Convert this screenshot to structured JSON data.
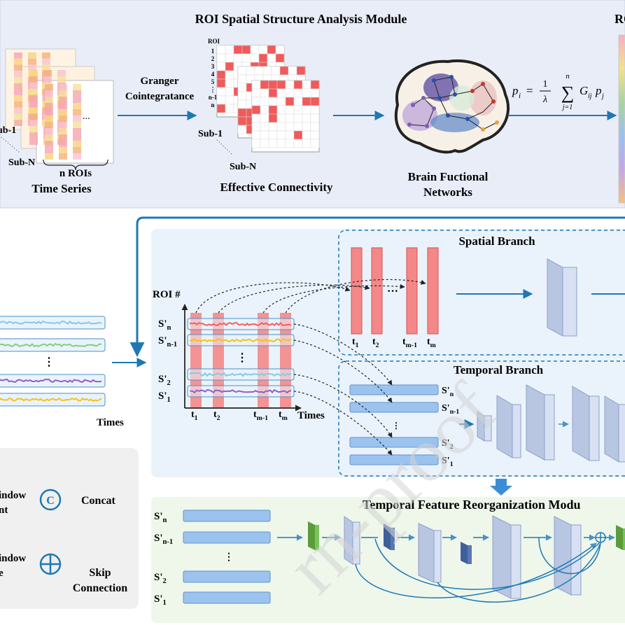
{
  "top_panel": {
    "title": "ROI Spatial Structure Analysis Module",
    "right_title_fragment": "RO",
    "time_series": {
      "sub1": "ub-1",
      "subN": "Sub-N",
      "n_rois": "n ROIs",
      "caption": "Time Series",
      "ellipsis": "..."
    },
    "granger": {
      "line1": "Granger",
      "line2": "Cointegratance"
    },
    "effective": {
      "roi_header": "ROI",
      "row_labels": [
        "1",
        "2",
        "3",
        "4",
        "5",
        "⋮",
        "n-1",
        "n"
      ],
      "sub1": "Sub-1",
      "subN": "Sub-N",
      "caption": "Effective Connectivity"
    },
    "brain": {
      "line1": "Brain Fuctional",
      "line2": "Networks"
    },
    "formula": {
      "lhs": "p",
      "lhs_sub": "i",
      "eq": "=",
      "num": "1",
      "den": "λ",
      "sum_top": "n",
      "sum": "∑",
      "sum_bottom": "j=1",
      "g": "G",
      "g_sub": "ij",
      "p": "p",
      "p_sub": "j"
    }
  },
  "middle": {
    "times_left": "Times",
    "roi_axis": "ROI #",
    "rows": [
      {
        "label": "S'",
        "sub": "n"
      },
      {
        "label": "S'",
        "sub": "n-1"
      },
      {
        "label": "S'",
        "sub": "2"
      },
      {
        "label": "S'",
        "sub": "1"
      }
    ],
    "t_labels": [
      {
        "t": "t",
        "s": "1"
      },
      {
        "t": "t",
        "s": "2"
      },
      {
        "t": "t",
        "s": "m-1"
      },
      {
        "t": "t",
        "s": "m"
      }
    ],
    "times_axis": "Times",
    "spatial_branch": {
      "title": "Spatial Branch",
      "labels": [
        {
          "t": "t",
          "s": "1"
        },
        {
          "t": "t",
          "s": "2"
        },
        {
          "t": "t",
          "s": "m-1"
        },
        {
          "t": "t",
          "s": "m"
        }
      ]
    },
    "temporal_branch": {
      "title": "Temporal Branch",
      "labels": [
        {
          "l": "S'",
          "s": "n"
        },
        {
          "l": "S'",
          "s": "n-1"
        },
        {
          "l": "S'",
          "s": "2"
        },
        {
          "l": "S'",
          "s": "1"
        }
      ]
    }
  },
  "bottom": {
    "title": "Temporal Feature Reorganization Modu",
    "labels": [
      {
        "l": "S'",
        "s": "n"
      },
      {
        "l": "S'",
        "s": "n-1"
      },
      {
        "l": "S'",
        "s": "2"
      },
      {
        "l": "S'",
        "s": "1"
      }
    ]
  },
  "legend": {
    "item1": {
      "line1": "indow",
      "line2": "nt"
    },
    "concat_symbol": "C",
    "concat": "Concat",
    "item3": {
      "line1": "indow",
      "line2": "e"
    },
    "skip": {
      "line1": "Skip",
      "line2": "Connection"
    }
  },
  "watermark": "rn-proof",
  "colors": {
    "top_panel_bg": "#e9edf8",
    "accent_blue": "#1f78b4",
    "cell_red": "#f05a5a",
    "bar_red": "#f48888",
    "bar_blue": "#9cc3ee",
    "block_blue": "#c9d5ec",
    "green": "#7cc25c",
    "dark_blue": "#5b77b0"
  }
}
